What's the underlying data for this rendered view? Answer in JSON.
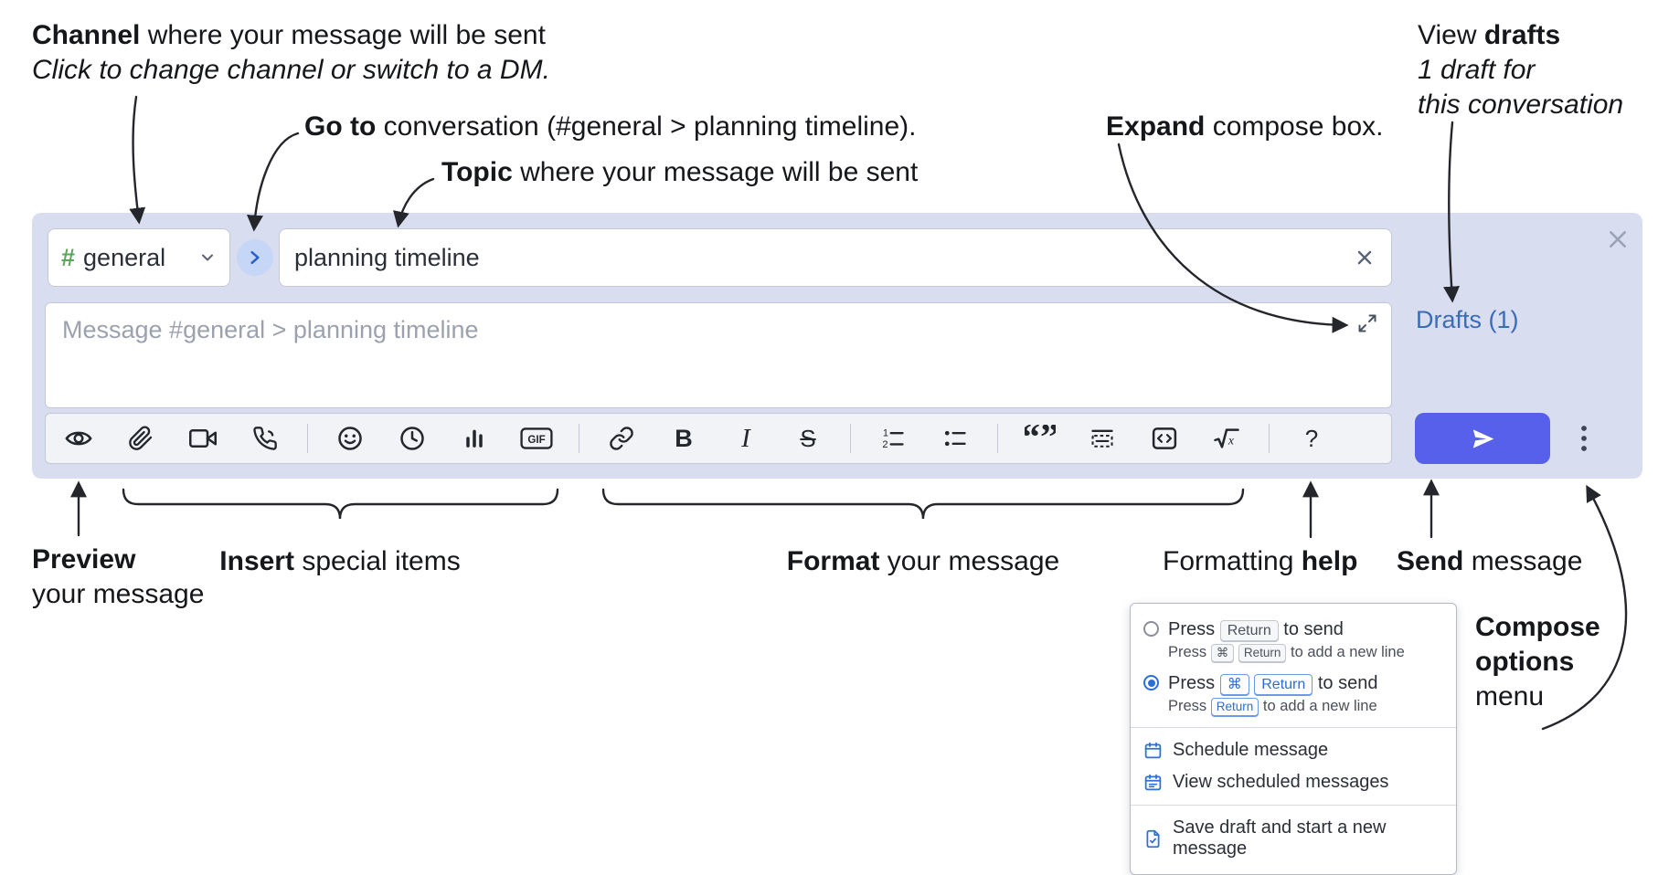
{
  "colors": {
    "compose_background": "#d9ddf0",
    "accent_blue": "#5760ea",
    "link_blue": "#3a6cb7",
    "channel_green": "#5ca55c",
    "kbd_blue": "#2d6cd8"
  },
  "annotations": {
    "channel": {
      "bold": "Channel",
      "rest": " where your message will be sent",
      "line2": "Click to change channel or switch to a DM."
    },
    "goto": {
      "bold": "Go to",
      "rest": " conversation (#general > planning timeline)."
    },
    "topic": {
      "bold": "Topic",
      "rest": " where your message will be sent"
    },
    "expand": {
      "bold": "Expand",
      "rest": " compose box."
    },
    "drafts": {
      "pre": "View ",
      "bold": "drafts",
      "line2": "1 draft for",
      "line3": "this conversation"
    },
    "preview": {
      "bold": "Preview",
      "line2": "your message"
    },
    "insert": {
      "bold": "Insert",
      "rest": " special items"
    },
    "format": {
      "bold": "Format",
      "rest": " your message"
    },
    "help": {
      "pre": "Formatting ",
      "bold": "help"
    },
    "send": {
      "bold": "Send",
      "rest": " message"
    },
    "compose_options": {
      "bold1": "Compose",
      "bold2": "options",
      "line3": "menu"
    }
  },
  "compose": {
    "channel_hash": "#",
    "channel_name": "general",
    "topic_value": "planning timeline",
    "message_placeholder": "Message #general > planning timeline",
    "drafts_link": "Drafts (1)"
  },
  "toolbar": {
    "buttons": [
      "preview",
      "attach-file",
      "video-call",
      "audio-call",
      "emoji",
      "schedule",
      "poll",
      "gif",
      "link",
      "bold",
      "italic",
      "strikethrough",
      "numbered-list",
      "bulleted-list",
      "quote",
      "spoiler",
      "code",
      "math",
      "help"
    ]
  },
  "icon_glyphs": {
    "bold": "B",
    "italic": "I",
    "strikethrough": "S",
    "help": "?",
    "gif": "GIF",
    "quote": "“”",
    "list_one": "1",
    "list_two": "2",
    "math_x": "x"
  },
  "popup": {
    "option_return": {
      "pre": "Press",
      "kbd": "Return",
      "post": "to send",
      "sub_pre": "Press",
      "sub_kbd_cmd": "⌘",
      "sub_kbd_return": "Return",
      "sub_post": "to add a new line"
    },
    "option_cmd_return": {
      "pre": "Press",
      "kbd_cmd": "⌘",
      "kbd_return": "Return",
      "post": "to send",
      "sub_pre": "Press",
      "sub_kbd_return": "Return",
      "sub_post": "to add a new line"
    },
    "menu_items": [
      {
        "label": "Schedule message"
      },
      {
        "label": "View scheduled messages"
      },
      {
        "label": "Save draft and start a new message"
      }
    ]
  }
}
